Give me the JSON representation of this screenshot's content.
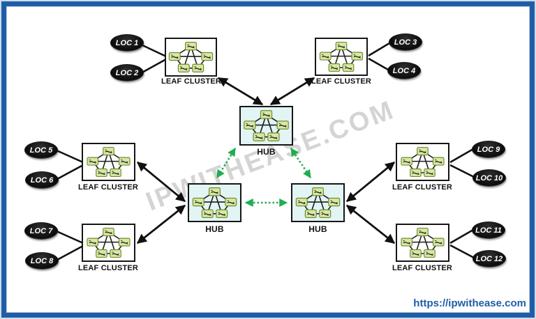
{
  "diagram": {
    "watermark": "IPWITHEASE.COM",
    "site_link": "https://ipwithease.com",
    "labels": {
      "leaf_cluster": "LEAF CLUSTER",
      "hub": "HUB"
    },
    "locations": [
      "LOC 1",
      "LOC 2",
      "LOC 3",
      "LOC 4",
      "LOC 5",
      "LOC 6",
      "LOC 7",
      "LOC 8",
      "LOC 9",
      "LOC 10",
      "LOC 11",
      "LOC 12"
    ],
    "colors": {
      "frame_blue": "#1E5EA8",
      "hub_fill": "#E2F4F4",
      "green_link": "#1FAE52",
      "node_fill": "#D8E7A4",
      "node_border": "#6E8E2F"
    }
  }
}
